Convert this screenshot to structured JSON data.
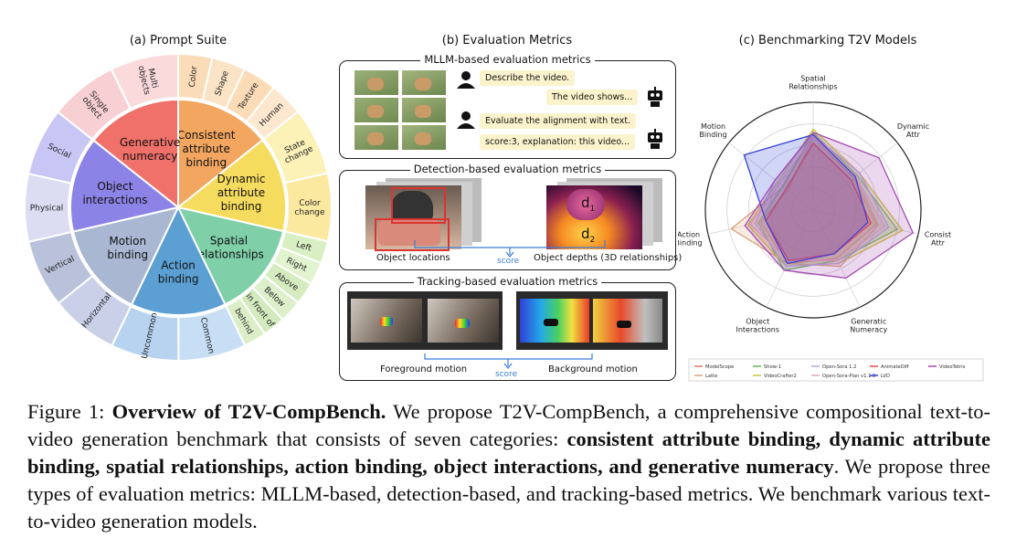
{
  "panels": {
    "a_title": "(a) Prompt Suite",
    "b_title": "(b) Evaluation Metrics",
    "c_title": "(c) Benchmarking T2V Models"
  },
  "wheel": {
    "inner": [
      {
        "label": "Consistent attribute binding",
        "lines": [
          "Consistent",
          "attribute",
          "binding"
        ],
        "color": "#f2a660"
      },
      {
        "label": "Dynamic attribute binding",
        "lines": [
          "Dynamic",
          "attribute",
          "binding"
        ],
        "color": "#f6dc5e"
      },
      {
        "label": "Spatial relationships",
        "lines": [
          "Spatial",
          "relationships"
        ],
        "color": "#7fcfa9"
      },
      {
        "label": "Action binding",
        "lines": [
          "Action",
          "binding"
        ],
        "color": "#5b9fd3"
      },
      {
        "label": "Motion binding",
        "lines": [
          "Motion",
          "binding"
        ],
        "color": "#a9b7d2"
      },
      {
        "label": "Object interactions",
        "lines": [
          "Object",
          "interactions"
        ],
        "color": "#8c83e6"
      },
      {
        "label": "Generative numeracy",
        "lines": [
          "Generative",
          "numeracy"
        ],
        "color": "#f0706a"
      }
    ],
    "outer": [
      {
        "label": "Color",
        "color": "#fbdcb8"
      },
      {
        "label": "Shape",
        "color": "#fbe3c6"
      },
      {
        "label": "Texture",
        "color": "#fcdcb7"
      },
      {
        "label": "Human",
        "color": "#fde8cf"
      },
      {
        "label": "State change",
        "lines": [
          "State",
          "change"
        ],
        "color": "#fcf1b7"
      },
      {
        "label": "Color change",
        "lines": [
          "Color",
          "change"
        ],
        "color": "#fbe9a0"
      },
      {
        "label": "Left",
        "color": "#d8efc3"
      },
      {
        "label": "Right",
        "color": "#e1f3cf"
      },
      {
        "label": "Above",
        "color": "#d5ecc0"
      },
      {
        "label": "Below",
        "color": "#ddf0cb"
      },
      {
        "label": "in front of",
        "color": "#d2eabd"
      },
      {
        "label": "behind",
        "color": "#dbeec8"
      },
      {
        "label": "Common",
        "color": "#c7def5"
      },
      {
        "label": "Uncommon",
        "color": "#b7d3f0"
      },
      {
        "label": "Horizontal",
        "color": "#c9d0e8"
      },
      {
        "label": "Vertical",
        "color": "#b9c1db"
      },
      {
        "label": "Physical",
        "color": "#dcdcf3"
      },
      {
        "label": "Social",
        "color": "#c8c6f4"
      },
      {
        "label": "Single object",
        "lines": [
          "Single",
          "object"
        ],
        "color": "#f8d0d3"
      },
      {
        "label": "Multi objects",
        "lines": [
          "Multi",
          "objects"
        ],
        "color": "#fbdadc"
      }
    ]
  },
  "mllm": {
    "title": "MLLM-based evaluation metrics",
    "q1": "Describe the video.",
    "a1": "The video shows...",
    "q2": "Evaluate the alignment with text.",
    "a2": "score:3, explanation: this video..."
  },
  "detection": {
    "title": "Detection-based evaluation metrics",
    "left_caption": "Object locations",
    "right_caption": "Object depths (3D relationships)",
    "score": "score",
    "d1": "d",
    "d1_sub": "1",
    "d2": "d",
    "d2_sub": "2"
  },
  "tracking": {
    "title": "Tracking-based evaluation metrics",
    "left_caption": "Foreground motion",
    "right_caption": "Background motion",
    "score": "score"
  },
  "radar": {
    "axes": [
      {
        "label": "Spatial Relationships",
        "lines": [
          "Spatial",
          "Relationships"
        ]
      },
      {
        "label": "Dynamic Attr",
        "lines": [
          "Dynamic",
          "Attr"
        ]
      },
      {
        "label": "Consist Attr",
        "lines": [
          "Consist",
          "Attr"
        ]
      },
      {
        "label": "Generatic Numeracy",
        "lines": [
          "Generatic",
          "Numeracy"
        ]
      },
      {
        "label": "Object Interactions",
        "lines": [
          "Object",
          "Interactions"
        ]
      },
      {
        "label": "Action Binding",
        "lines": [
          "Action",
          "Binding"
        ]
      },
      {
        "label": "Motion Binding",
        "lines": [
          "Motion",
          "Binding"
        ]
      }
    ],
    "legend": [
      {
        "name": "ModelScope",
        "color": "#e8795a"
      },
      {
        "name": "Latte",
        "color": "#d9a27a"
      },
      {
        "name": "Show-1",
        "color": "#5cb85c"
      },
      {
        "name": "VideoCrafter2",
        "color": "#c9c43a"
      },
      {
        "name": "Open-Sora 1.2",
        "color": "#b6a4e0"
      },
      {
        "name": "Open-Sora-Plan v1.1.0",
        "color": "#e2a6c4"
      },
      {
        "name": "AnimateDiff",
        "color": "#e84a4a"
      },
      {
        "name": "LVD",
        "color": "#2f3fd8"
      },
      {
        "name": "VideoTetris",
        "color": "#a64bb2"
      }
    ],
    "series": [
      {
        "name": "ModelScope",
        "values": [
          0.68,
          0.48,
          0.6,
          0.5,
          0.55,
          0.5,
          0.3
        ]
      },
      {
        "name": "Latte",
        "values": [
          0.7,
          0.5,
          0.62,
          0.58,
          0.55,
          0.78,
          0.35
        ]
      },
      {
        "name": "Show-1",
        "values": [
          0.72,
          0.52,
          0.8,
          0.52,
          0.62,
          0.52,
          0.36
        ]
      },
      {
        "name": "VideoCrafter2",
        "values": [
          0.75,
          0.55,
          0.85,
          0.55,
          0.58,
          0.62,
          0.42
        ]
      },
      {
        "name": "Open-Sora 1.2",
        "values": [
          0.7,
          0.55,
          0.72,
          0.55,
          0.58,
          0.55,
          0.45
        ]
      },
      {
        "name": "Open-Sora-Plan v1.1.0",
        "values": [
          0.68,
          0.5,
          0.68,
          0.52,
          0.52,
          0.6,
          0.4
        ]
      },
      {
        "name": "AnimateDiff",
        "values": [
          0.62,
          0.45,
          0.55,
          0.45,
          0.52,
          0.45,
          0.32
        ]
      },
      {
        "name": "LVD",
        "values": [
          0.7,
          0.5,
          0.52,
          0.45,
          0.55,
          0.45,
          0.82
        ]
      },
      {
        "name": "VideoTetris",
        "values": [
          0.72,
          0.78,
          0.95,
          0.7,
          0.62,
          0.65,
          0.45
        ]
      }
    ]
  },
  "caption": {
    "label": "Figure 1:",
    "title": "Overview of T2V-CompBench.",
    "t1": "We propose T2V-CompBench, a comprehensive compositional text-to-video generation benchmark that consists of seven categories:",
    "bold_categories": "consistent attribute binding, dynamic attribute binding, spatial relationships, action binding, object interactions, and generative numeracy",
    "t2": ". We propose three types of evaluation metrics: MLLM-based, detection-based, and tracking-based metrics. We benchmark various text-to-video generation models."
  }
}
